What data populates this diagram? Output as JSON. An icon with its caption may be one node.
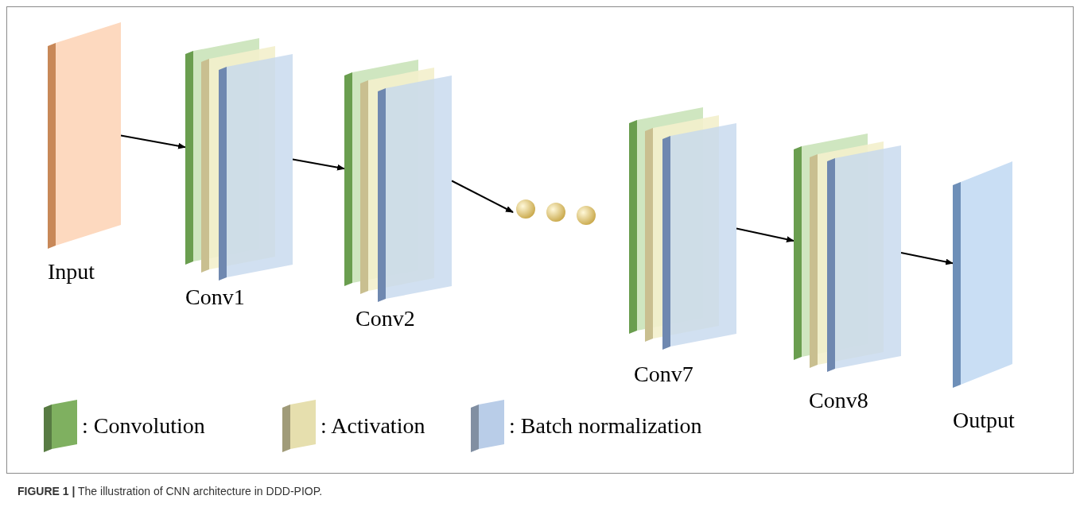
{
  "diagram": {
    "caption": "**FIGURE 1 |** The illustration of CNN architecture in DDD-PIOP.",
    "nodes": [
      {
        "text": [
          "Input"
        ]
      },
      {
        "text": [
          "Conv1"
        ]
      },
      {
        "text": [
          "Conv2"
        ]
      },
      {
        "text": [],
        "shape": "picture"
      },
      {
        "text": [
          "Conv7"
        ]
      },
      {
        "text": [
          "Conv8"
        ]
      },
      {
        "text": [
          "Output"
        ]
      }
    ],
    "edges": [
      {
        "from": 0,
        "to": 1,
        "arrow": "to"
      },
      {
        "from": 1,
        "to": 2,
        "arrow": "to"
      },
      {
        "from": 2,
        "to": 3,
        "arrow": "to"
      },
      {
        "from": 4,
        "to": 5,
        "arrow": "to"
      },
      {
        "from": 5,
        "to": 6,
        "arrow": "to"
      }
    ],
    "legend": [
      {
        "text": ": Convolution",
        "color": "#7fb060"
      },
      {
        "text": ": Activation",
        "color": "#e6dfae"
      },
      {
        "text": ": Batch normalization",
        "color": "#b9cde8"
      }
    ]
  }
}
